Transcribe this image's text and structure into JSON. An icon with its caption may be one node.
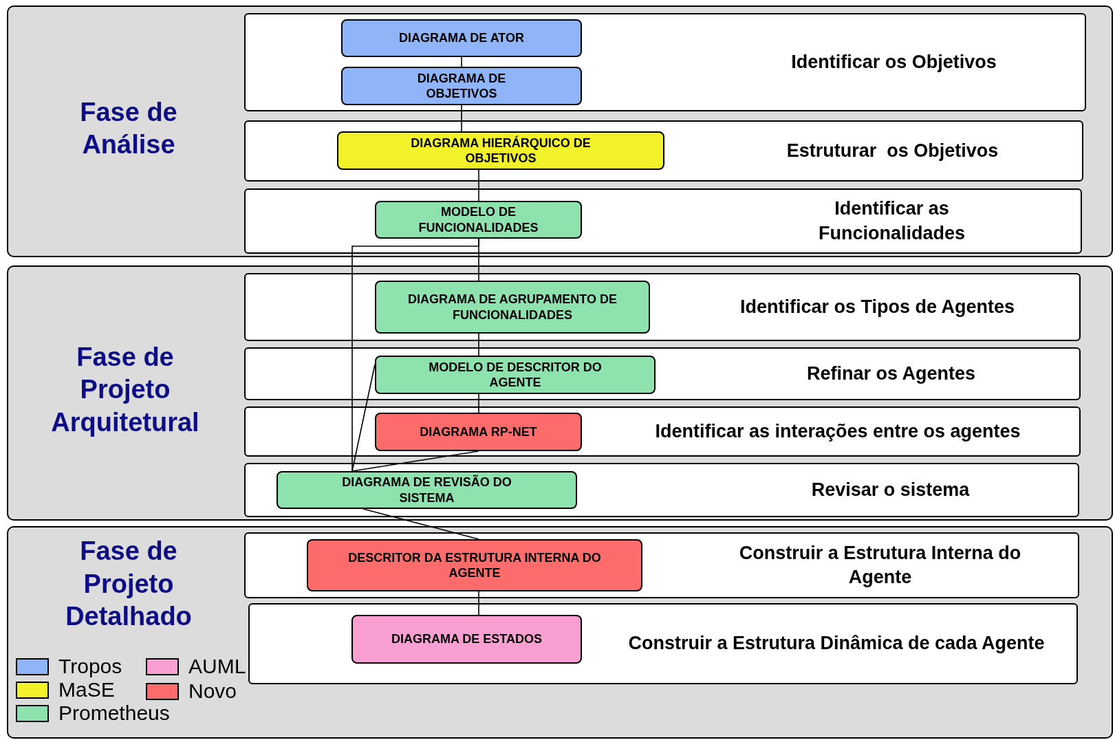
{
  "diagram": {
    "nodes": [
      {
        "text": [
          "Fase de Análise"
        ]
      },
      {
        "text": [
          "Identificar os Objetivos"
        ],
        "in": 0
      },
      {
        "text": [
          "DIAGRAMA DE ATOR"
        ],
        "in": 1
      },
      {
        "text": [
          "DIAGRAMA DE OBJETIVOS"
        ],
        "in": 1
      },
      {
        "text": [
          "Estruturar  os Objetivos"
        ],
        "in": 0
      },
      {
        "text": [
          "DIAGRAMA HIERÁRQUICO DE OBJETIVOS"
        ],
        "in": 4
      },
      {
        "text": [
          "Identificar as Funcionalidades"
        ],
        "in": 0
      },
      {
        "text": [
          "MODELO DE FUNCIONALIDADES"
        ],
        "in": 6
      },
      {
        "text": [
          "Fase de Projeto Arquitetural"
        ]
      },
      {
        "text": [
          "Identificar os Tipos de Agentes"
        ],
        "in": 8
      },
      {
        "text": [
          "DIAGRAMA DE AGRUPAMENTO DE FUNCIONALIDADES"
        ],
        "in": 9
      },
      {
        "text": [
          "Refinar os Agentes"
        ],
        "in": 8
      },
      {
        "text": [
          "MODELO DE DESCRITOR DO AGENTE"
        ],
        "in": 11
      },
      {
        "text": [
          "Identificar as interações entre os agentes"
        ],
        "in": 8
      },
      {
        "text": [
          "DIAGRAMA RP-NET"
        ],
        "in": 13
      },
      {
        "text": [
          "Revisar o sistema"
        ],
        "in": 8
      },
      {
        "text": [
          "DIAGRAMA DE REVISÃO DO SISTEMA"
        ],
        "in": 15
      },
      {
        "text": [
          "Fase de Projeto Detalhado"
        ]
      },
      {
        "text": [
          "Construir a Estrutura Interna do Agente"
        ],
        "in": 17
      },
      {
        "text": [
          "DESCRITOR DA ESTRUTURA INTERNA DO AGENTE"
        ],
        "in": 18
      },
      {
        "text": [
          "Construir a Estrutura Dinâmica de cada Agente"
        ],
        "in": 17
      },
      {
        "text": [
          "DIAGRAMA DE ESTADOS"
        ],
        "in": 20
      }
    ],
    "edges": [
      {
        "from": 2,
        "to": 3,
        "arrow": "none"
      },
      {
        "from": 3,
        "to": 5,
        "arrow": "none"
      },
      {
        "from": 5,
        "to": 7,
        "arrow": "none"
      },
      {
        "from": 7,
        "to": 10,
        "arrow": "none"
      },
      {
        "from": 10,
        "to": 12,
        "arrow": "none"
      },
      {
        "from": 12,
        "to": 14,
        "arrow": "none"
      },
      {
        "from": 7,
        "to": 16,
        "arrow": "none"
      },
      {
        "from": 12,
        "to": 16,
        "arrow": "none"
      },
      {
        "from": 14,
        "to": 16,
        "arrow": "none"
      },
      {
        "from": 16,
        "to": 19,
        "arrow": "none"
      },
      {
        "from": 19,
        "to": 21,
        "arrow": "none"
      }
    ],
    "legend": [
      {
        "text": "Tropos",
        "color": "#8fb4f8"
      },
      {
        "text": "MaSE",
        "color": "#f2f22a"
      },
      {
        "text": "Prometheus",
        "color": "#8ee2ad"
      },
      {
        "text": "AUML",
        "color": "#f99fd2"
      },
      {
        "text": "Novo",
        "color": "#fd6b6b"
      }
    ]
  }
}
